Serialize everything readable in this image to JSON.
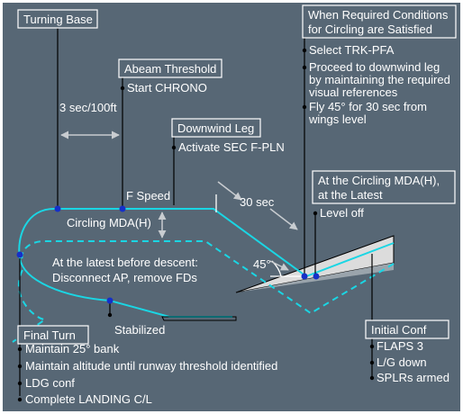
{
  "boxes": {
    "turning_base": "Turning Base",
    "abeam_threshold": "Abeam Threshold",
    "downwind_leg": "Downwind Leg",
    "circling_conditions": [
      "When Required Conditions",
      "for Circling are Satisfied"
    ],
    "circling_mda": [
      "At the Circling MDA(H),",
      "at the Latest"
    ],
    "final_turn": "Final Turn",
    "initial_conf": "Initial Conf"
  },
  "items": {
    "abeam": [
      "Start CHRONO"
    ],
    "downwind": [
      "Activate SEC F-PLN"
    ],
    "circling": [
      "Select TRK-PFA",
      "Proceed to downwind leg",
      "by maintaining the required",
      "visual references",
      "Fly 45° for 30 sec from",
      "wings level"
    ],
    "mda": [
      "Level off"
    ],
    "final_turn": [
      "Maintain 25° bank",
      "Maintain altitude until runway threshold identified",
      "LDG conf",
      "Complete LANDING C/L"
    ],
    "initial_conf": [
      "FLAPS 3",
      "L/G down",
      "SPLRs armed"
    ]
  },
  "labels": {
    "three_sec": "3 sec/100ft",
    "thirty_sec": "30 sec",
    "f_speed": "F Speed",
    "circling_mda": "Circling MDA(H)",
    "angle": "45°",
    "stabilized": "Stabilized",
    "descent_note": [
      "At the latest before descent:",
      "Disconnect AP, remove FDs"
    ]
  },
  "colors": {
    "background": "#576775",
    "track": "#1ad6e4",
    "waypoint": "#1530c8"
  }
}
